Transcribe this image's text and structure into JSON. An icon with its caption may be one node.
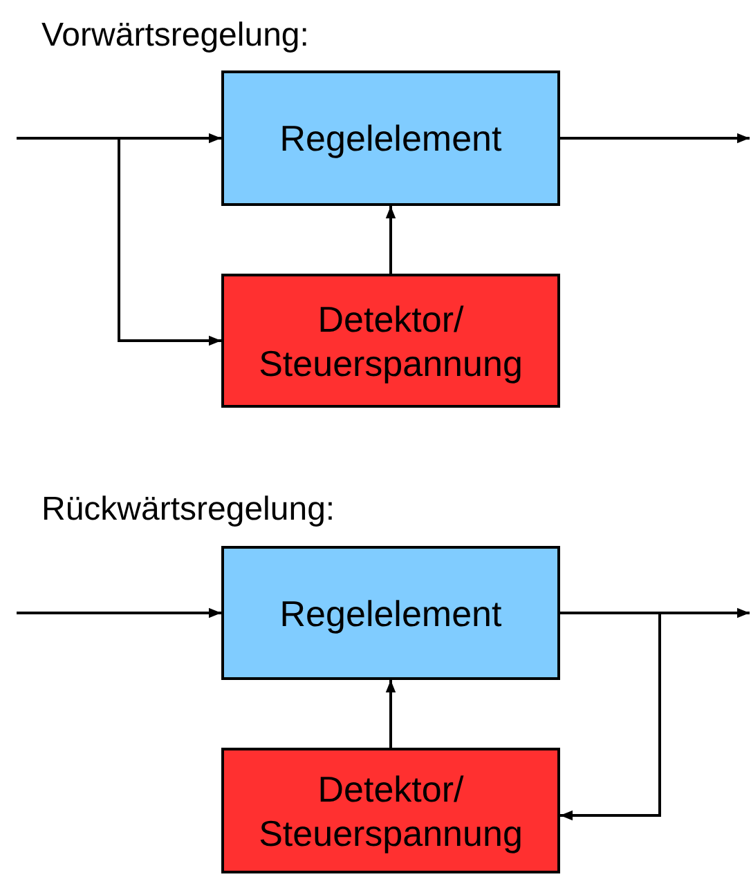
{
  "diagram": {
    "nodes": [
      {
        "text": [
          "Regelelement"
        ]
      },
      {
        "text": [
          "Detektor/ Steuerspannung"
        ]
      },
      {
        "text": [
          "Regelelement"
        ]
      },
      {
        "text": [
          "Detektor/ Steuerspannung"
        ]
      }
    ],
    "edges": [
      {
        "from": null,
        "to": 0,
        "arrow": "to"
      },
      {
        "from": null,
        "to": 1,
        "arrow": "to"
      },
      {
        "from": 1,
        "to": 0,
        "arrow": "to"
      },
      {
        "from": 0,
        "to": null,
        "arrow": "to"
      },
      {
        "from": null,
        "to": 2,
        "arrow": "to"
      },
      {
        "from": 2,
        "to": null,
        "arrow": "to"
      },
      {
        "from": 2,
        "to": 3,
        "arrow": "to"
      },
      {
        "from": 3,
        "to": 2,
        "arrow": "to"
      }
    ],
    "labels": [
      "Vorwärtsregelung:",
      "Rückwärtsregelung:"
    ]
  }
}
